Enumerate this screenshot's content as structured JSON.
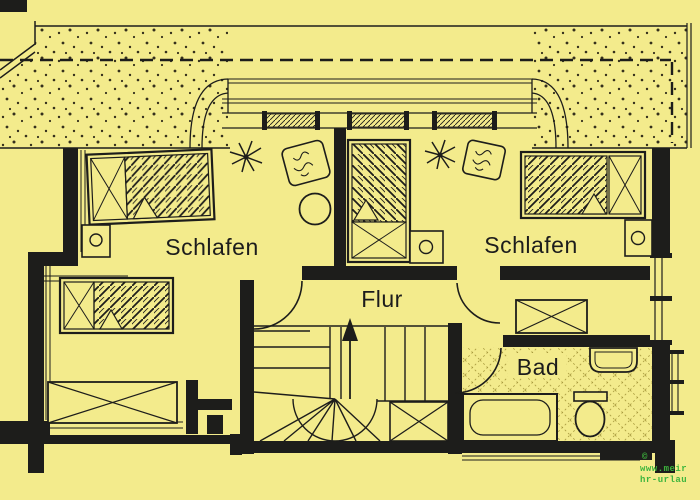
{
  "canvas": {
    "background": "#F3EB8C",
    "line_color": "#1D1D1B",
    "tile_color": "#A89A3E",
    "watermark_color": "#3DB53D"
  },
  "rooms": {
    "bedroom_left": {
      "label": "Schlafen"
    },
    "bedroom_right": {
      "label": "Schlafen"
    },
    "hallway": {
      "label": "Flur"
    },
    "bathroom": {
      "label": "Bad"
    }
  },
  "watermark": {
    "line1": "©",
    "line2": "www.meir",
    "line3": "hr-urlau"
  },
  "icons": [
    "bed-icon",
    "nightstand-lamp-icon",
    "wardrobe-x-icon",
    "plant-icon",
    "seat-cushion-icon",
    "round-table-icon",
    "winder-stair-icon",
    "stair-direction-arrow-icon",
    "void-x-icon",
    "bathtub-icon",
    "washbasin-icon",
    "toilet-icon",
    "door-swing-icon",
    "window-icon",
    "roof-hatch-icon",
    "chimney-icon"
  ]
}
